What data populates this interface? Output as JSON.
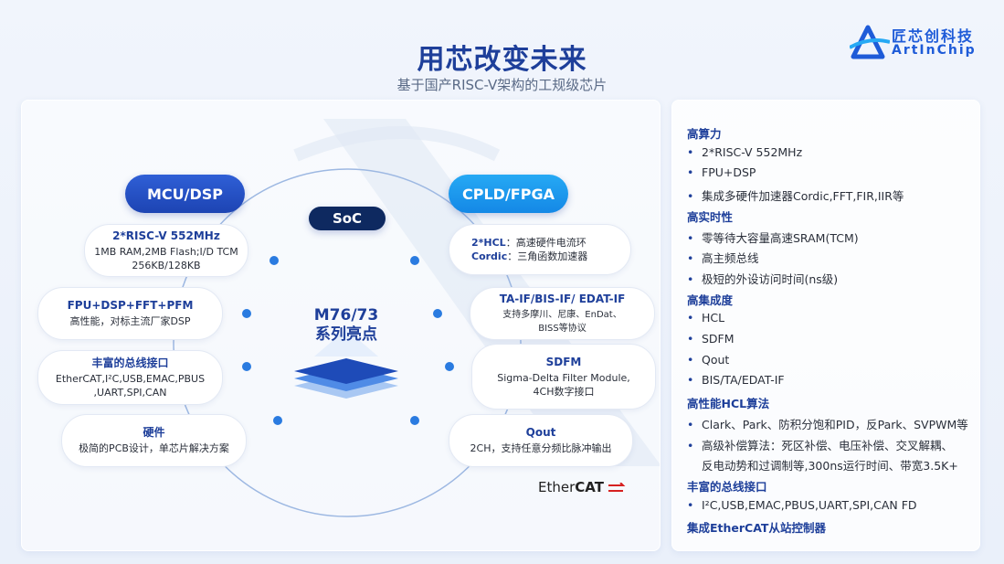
{
  "header": {
    "title": "用芯改变未来",
    "subtitle": "基于国产RISC-V架构的工规级芯片"
  },
  "logo": {
    "cn": "匠芯创科技",
    "en": "ArtInChip",
    "color": "#1e5bd8"
  },
  "diagram": {
    "mcu_label": "MCU/DSP",
    "cpld_label": "CPLD/FPGA",
    "soc_label": "SoC",
    "center_line1": "M76/73",
    "center_line2": "系列亮点",
    "left_cards": [
      {
        "title": "2*RISC-V 552MHz",
        "lines": [
          "1MB RAM,2MB Flash;I/D TCM",
          "256KB/128KB"
        ]
      },
      {
        "title": "FPU+DSP+FFT+PFM",
        "lines": [
          "高性能，对标主流厂家DSP"
        ]
      },
      {
        "title": "丰富的总线接口",
        "lines": [
          "EtherCAT,I²C,USB,EMAC,PBUS",
          ",UART,SPI,CAN"
        ]
      },
      {
        "title": "硬件",
        "lines": [
          "极简的PCB设计，单芯片解决方案"
        ]
      }
    ],
    "right_cards": {
      "hcl": {
        "key1": "2*HCL",
        "val1": "：高速硬件电流环",
        "key2": "Cordic",
        "val2": "：三角函数加速器"
      },
      "encoders": {
        "title": "TA-IF/BIS-IF/ EDAT-IF",
        "lines": [
          "支持多摩川、尼康、EnDat、",
          "BISS等协议"
        ]
      },
      "sdfm": {
        "title": "SDFM",
        "lines": [
          "Sigma-Delta Filter Module,",
          "4CH数字接口"
        ]
      },
      "qout": {
        "title": "Qout",
        "lines": [
          "2CH，支持任意分频比脉冲输出"
        ]
      }
    },
    "ethercat": {
      "bold": "Ether",
      "bold2": "CAT"
    },
    "colors": {
      "mcu": "#1d44b3",
      "cpld": "#1488e6",
      "soc": "#0e2960",
      "accent": "#1e3f9a",
      "node": "#2a7be0"
    }
  },
  "features": {
    "sections": [
      {
        "title": "高算力",
        "items": [
          "2*RISC-V 552MHz",
          "FPU+DSP",
          "集成多硬件加速器Cordic,FFT,FIR,IIR等"
        ]
      },
      {
        "title": "高实时性",
        "items": [
          "零等待大容量高速SRAM(TCM)",
          "高主频总线",
          "极短的外设访问时间(ns级)"
        ]
      },
      {
        "title": "高集成度",
        "items": [
          "HCL",
          "SDFM",
          "Qout",
          "BIS/TA/EDAT-IF"
        ]
      },
      {
        "title": "高性能HCL算法",
        "items": [
          "Clark、Park、防积分饱和PID，反Park、SVPWM等",
          "高级补偿算法：死区补偿、电压补偿、交叉解耦、"
        ],
        "continuation": "反电动势和过调制等,300ns运行时间、带宽3.5K+"
      },
      {
        "title": "丰富的总线接口",
        "items": [
          "I²C,USB,EMAC,PBUS,UART,SPI,CAN FD"
        ]
      },
      {
        "title": "集成EtherCAT从站控制器",
        "items": []
      }
    ]
  }
}
